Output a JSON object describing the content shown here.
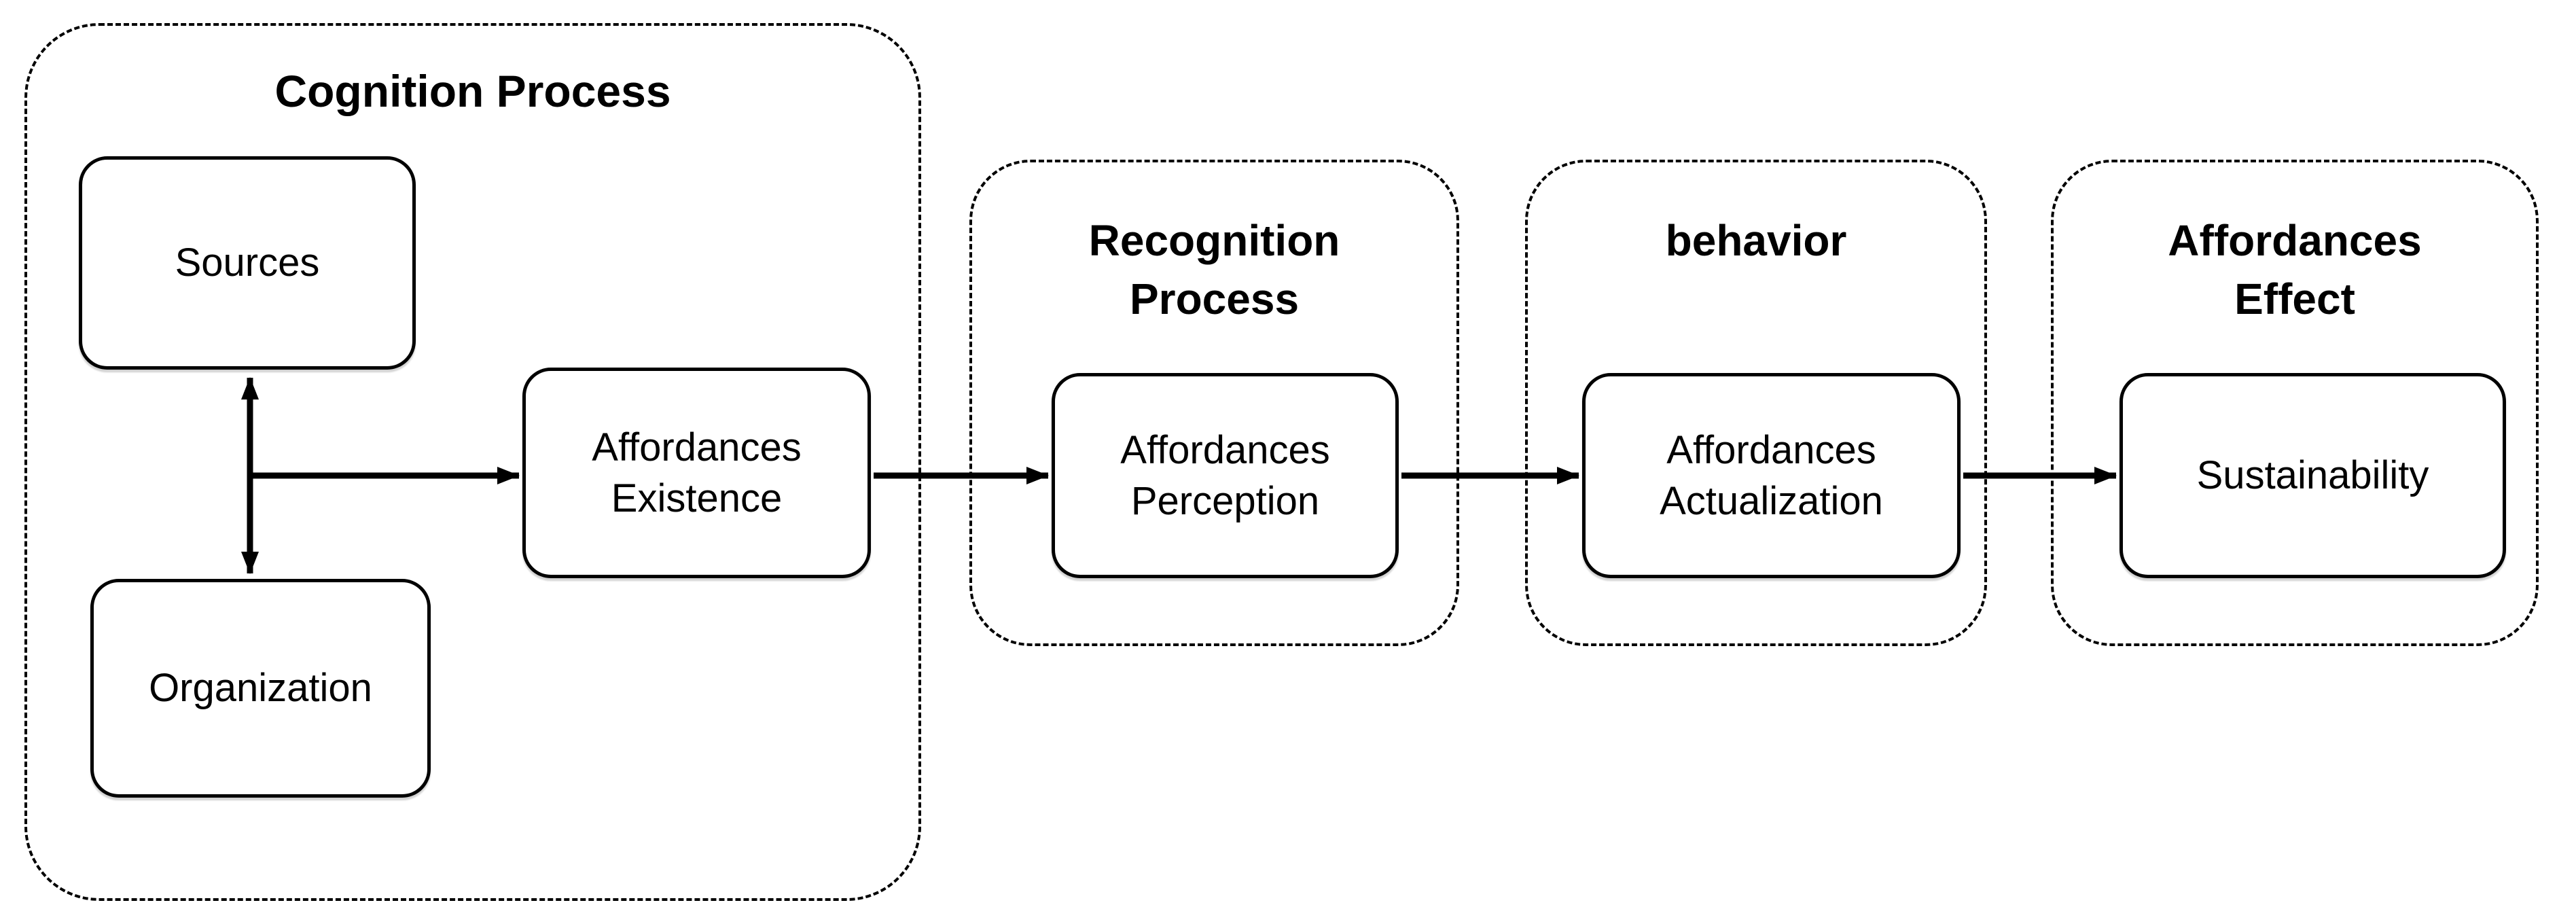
{
  "diagram": {
    "colors": {
      "background": "#ffffff",
      "stroke": "#000000",
      "node_fill": "#ffffff"
    },
    "containers": {
      "cognition": {
        "title": "Cognition Process"
      },
      "recognition": {
        "title": "Recognition Process"
      },
      "behavior": {
        "title": "behavior"
      },
      "effect": {
        "title": "Affordances Effect"
      }
    },
    "nodes": {
      "sources": {
        "label": "Sources"
      },
      "organization": {
        "label": "Organization"
      },
      "existence": {
        "label": "Affordances Existence"
      },
      "perception": {
        "label": "Affordances Perception"
      },
      "actualization": {
        "label": "Affordances Actualization"
      },
      "sustainability": {
        "label": "Sustainability"
      }
    },
    "connectors": [
      {
        "id": "sources-organization",
        "from": "sources",
        "to": "organization",
        "style": "double-headed-arrow"
      },
      {
        "id": "junction-to-existence",
        "from": "sources-organization-line",
        "to": "existence",
        "style": "arrow"
      },
      {
        "id": "existence-to-perception",
        "from": "existence",
        "to": "perception",
        "style": "arrow"
      },
      {
        "id": "perception-to-actualization",
        "from": "perception",
        "to": "actualization",
        "style": "arrow"
      },
      {
        "id": "actualization-to-sustainability",
        "from": "actualization",
        "to": "sustainability",
        "style": "arrow"
      }
    ]
  }
}
